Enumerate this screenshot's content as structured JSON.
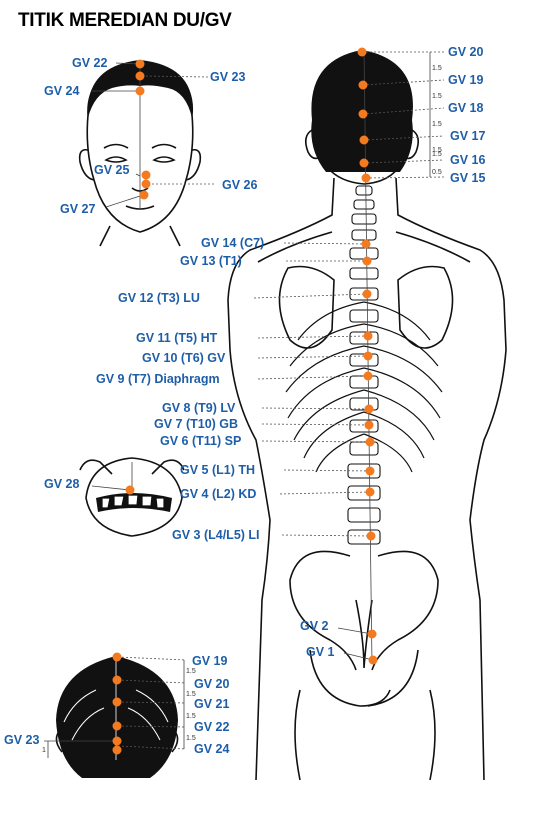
{
  "title": "TITIK MEREDIAN DU/GV",
  "colors": {
    "label": "#1e5ea8",
    "point": "#f47a20",
    "ink": "#111111"
  },
  "back_labels": {
    "gv20": "GV 20",
    "gv19": "GV 19",
    "gv18": "GV 18",
    "gv17": "GV 17",
    "gv16": "GV 16",
    "gv15": "GV 15",
    "gv14": "GV 14 (C7)",
    "gv13": "GV 13 (T1)",
    "gv12": "GV 12 (T3) LU",
    "gv11": "GV 11 (T5) HT",
    "gv10": "GV 10 (T6) GV",
    "gv9": "GV 9 (T7) Diaphragm",
    "gv8": "GV 8 (T9) LV",
    "gv7": "GV 7 (T10) GB",
    "gv6": "GV 6 (T11) SP",
    "gv5": "GV 5 (L1) TH",
    "gv4": "GV 4 (L2) KD",
    "gv3": "GV 3 (L4/L5) LI",
    "gv2": "GV 2",
    "gv1": "GV 1"
  },
  "face_labels": {
    "gv22": "GV 22",
    "gv23": "GV 23",
    "gv24": "GV 24",
    "gv25": "GV 25",
    "gv26": "GV 26",
    "gv27": "GV 27"
  },
  "mouth_labels": {
    "gv28": "GV 28"
  },
  "crown_labels": {
    "gv19": "GV 19",
    "gv20": "GV 20",
    "gv21": "GV 21",
    "gv22": "GV 22",
    "gv23": "GV 23",
    "gv24": "GV 24"
  },
  "spacing": {
    "a": "1.5",
    "b": "1.5",
    "c": "1.5",
    "d": "1.5",
    "e": "1.5",
    "f": "0.5",
    "g": "1.5",
    "h": "1.5",
    "i": "1.5",
    "j": "1.5",
    "k": "1"
  }
}
